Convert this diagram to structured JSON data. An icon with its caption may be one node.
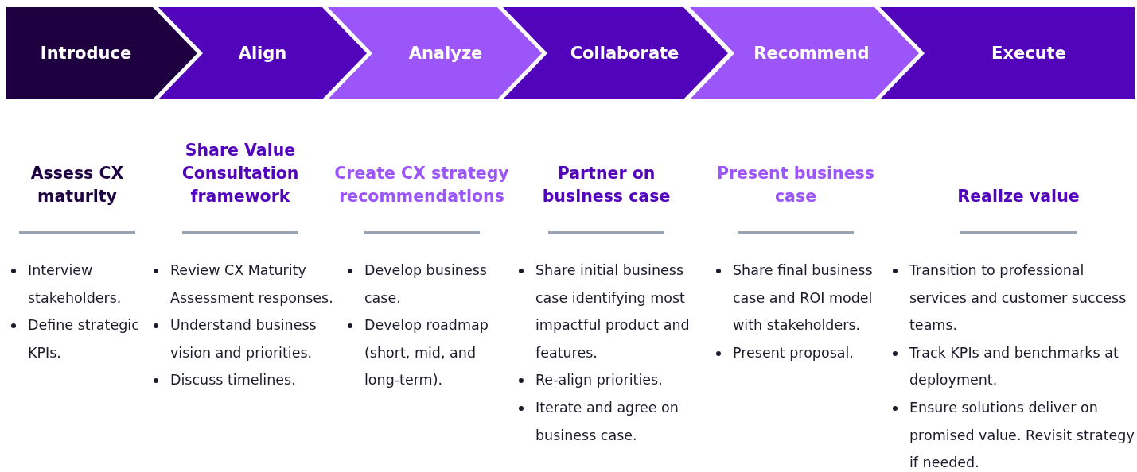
{
  "diagram": {
    "nodes": [
      {
        "text": [
          "Introduce"
        ],
        "beside": [
          "Assess CX maturity",
          "Interview stakeholders.",
          "Define strategic KPIs."
        ]
      },
      {
        "text": [
          "Align"
        ],
        "beside": [
          "Share Value Consultation framework",
          "Review CX Maturity Assessment responses.",
          "Understand business vision and priorities.",
          "Discuss timelines."
        ]
      },
      {
        "text": [
          "Analyze"
        ],
        "beside": [
          "Create CX strategy recommendations",
          "Develop business case.",
          "Develop roadmap (short, mid, and long-term)."
        ]
      },
      {
        "text": [
          "Collaborate"
        ],
        "beside": [
          "Partner on business case",
          "Share initial business case identifying most impactful product and features.",
          "Re-align priorities.",
          "Iterate and agree on business case."
        ]
      },
      {
        "text": [
          "Recommend"
        ],
        "beside": [
          "Present business case",
          "Share final business case and ROI model with stakeholders.",
          "Present proposal."
        ]
      },
      {
        "text": [
          "Execute"
        ],
        "beside": [
          "Realize value",
          "Transition to professional services and customer success teams.",
          "Track KPIs and benchmarks at deployment.",
          "Ensure solutions deliver on promised value. Revisit strategy if needed."
        ]
      }
    ]
  }
}
